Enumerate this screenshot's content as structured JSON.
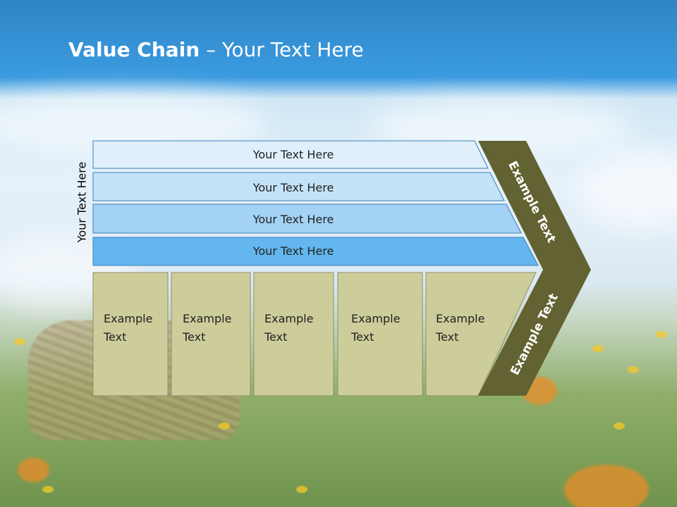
{
  "title": {
    "bold": "Value Chain",
    "rest": " – Your Text Here"
  },
  "side_label": "Your Text Here",
  "bars": [
    {
      "label": "Your Text Here"
    },
    {
      "label": "Your Text Here"
    },
    {
      "label": "Your Text Here"
    },
    {
      "label": "Your Text Here"
    }
  ],
  "boxes": [
    {
      "line1": "Example",
      "line2": "Text"
    },
    {
      "line1": "Example",
      "line2": "Text"
    },
    {
      "line1": "Example",
      "line2": "Text"
    },
    {
      "line1": "Example",
      "line2": "Text"
    },
    {
      "line1": "Example",
      "line2": "Text"
    }
  ],
  "arrow": {
    "upper": "Example Text",
    "lower": "Example Text"
  },
  "colors": {
    "bar1": "#dff0fc",
    "bar2": "#c3e3f9",
    "bar3": "#a3d2f5",
    "bar4": "#63b6ee",
    "bar_border": "#3e7fb5",
    "box": "#cdcd9c",
    "box_border": "#8e8e67",
    "arrow": "#626232"
  }
}
